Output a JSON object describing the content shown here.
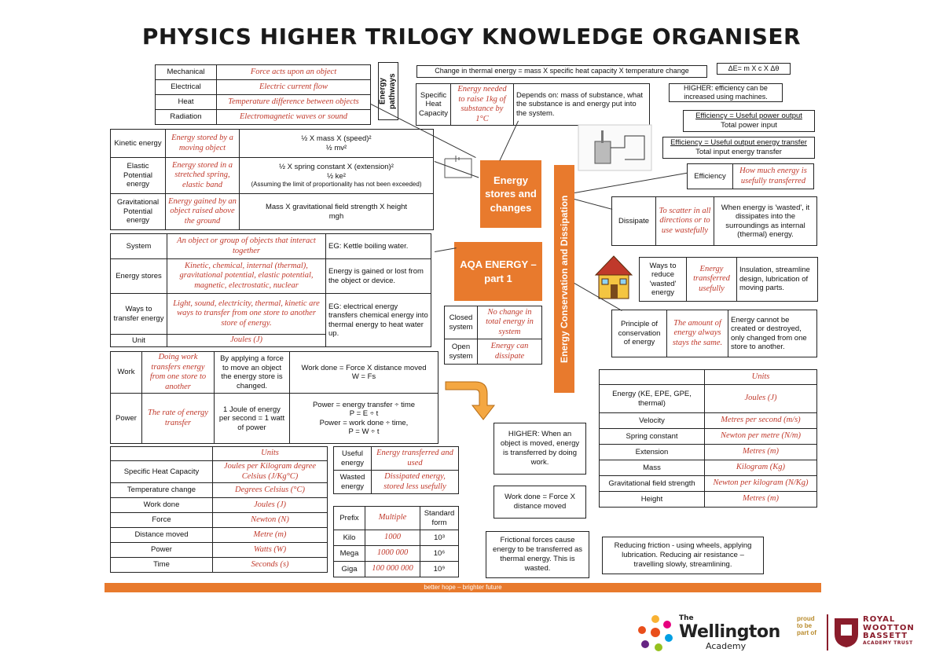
{
  "title": "PHYSICS HIGHER TRILOGY KNOWLEDGE ORGANISER",
  "pathways_label": "Energy pathways",
  "pathways": [
    {
      "name": "Mechanical",
      "desc": "Force acts upon an object"
    },
    {
      "name": "Electrical",
      "desc": "Electric current flow"
    },
    {
      "name": "Heat",
      "desc": "Temperature difference between objects"
    },
    {
      "name": "Radiation",
      "desc": "Electromagnetic waves or sound"
    }
  ],
  "stores_table": [
    {
      "name": "Kinetic energy",
      "desc": "Energy stored by a moving object",
      "eq1": "½ X mass X (speed)²",
      "eq2": "½ mv²",
      "eq3": ""
    },
    {
      "name": "Elastic Potential energy",
      "desc": "Energy stored in a stretched spring, elastic band",
      "eq1": "½ X spring constant X (extension)²",
      "eq2": "½ ke²",
      "eq3": "(Assuming the limit of proportionality has not been exceeded)"
    },
    {
      "name": "Gravitational Potential energy",
      "desc": "Energy gained by an object raised above the ground",
      "eq1": "Mass X gravitational field strength X height",
      "eq2": "mgh",
      "eq3": ""
    }
  ],
  "system_table": [
    {
      "name": "System",
      "desc": "An object or group of objects that interact together",
      "example": "EG: Kettle boiling water."
    },
    {
      "name": "Energy stores",
      "desc": "Kinetic, chemical, internal (thermal), gravitational potential, elastic potential, magnetic, electrostatic, nuclear",
      "example": "Energy is gained or lost from the object or device."
    },
    {
      "name": "Ways to transfer energy",
      "desc": "Light, sound, electricity, thermal, kinetic are ways to transfer from one store to another store of energy.",
      "example": "EG: electrical energy transfers chemical energy into thermal energy to heat water up."
    },
    {
      "name": "Unit",
      "desc": "Joules (J)",
      "example": ""
    }
  ],
  "work_table": [
    {
      "name": "Work",
      "desc": "Doing work transfers energy from one store to another",
      "def": "By applying a force to move an object the energy store is changed.",
      "eq": "Work done = Force X distance moved\nW = Fs"
    },
    {
      "name": "Power",
      "desc": "The rate of energy transfer",
      "def": "1 Joule of energy per second = 1 watt of power",
      "eq": "Power = energy transfer ÷ time\nP = E ÷ t\nPower = work done ÷ time,\nP = W ÷ t"
    }
  ],
  "units_left": {
    "header": "Units",
    "rows": [
      {
        "q": "Specific Heat Capacity",
        "u": "Joules per Kilogram degree Celsius (J/Kg°C)"
      },
      {
        "q": "Temperature change",
        "u": "Degrees Celsius (°C)"
      },
      {
        "q": "Work done",
        "u": "Joules (J)"
      },
      {
        "q": "Force",
        "u": "Newton (N)"
      },
      {
        "q": "Distance moved",
        "u": "Metre (m)"
      },
      {
        "q": "Power",
        "u": "Watts (W)"
      },
      {
        "q": "Time",
        "u": "Seconds (s)"
      }
    ]
  },
  "useful_table": [
    {
      "name": "Useful energy",
      "desc": "Energy transferred and used"
    },
    {
      "name": "Wasted energy",
      "desc": "Dissipated energy, stored less usefully"
    }
  ],
  "prefix_table": {
    "headers": [
      "Prefix",
      "Multiple",
      "Standard form"
    ],
    "rows": [
      {
        "p": "Kilo",
        "m": "1000",
        "s": "10³"
      },
      {
        "p": "Mega",
        "m": "1000 000",
        "s": "10⁶"
      },
      {
        "p": "Giga",
        "m": "100 000 000",
        "s": "10⁹"
      }
    ]
  },
  "thermal": {
    "equation": "Change in thermal energy = mass X specific heat capacity X temperature change",
    "short": "ΔE= m X c X Δθ",
    "shc_name": "Specific Heat Capacity",
    "shc_desc": "Energy needed to raise 1kg of substance by 1°C",
    "shc_note": "Depends on: mass of substance, what the substance is and energy put into the system."
  },
  "efficiency": {
    "higher": "HIGHER: efficiency can be increased using machines.",
    "eq1_num": "Efficiency = Useful power output",
    "eq1_den": "Total power input",
    "eq2_num": "Efficiency = Useful output energy transfer",
    "eq2_den": "Total input energy transfer",
    "name": "Efficiency",
    "desc": "How much energy is usefully transferred"
  },
  "dissipate": {
    "name": "Dissipate",
    "desc": "To scatter in all directions or to use wastefully",
    "note": "When energy is 'wasted', it dissipates into the surroundings as internal (thermal) energy."
  },
  "reduce": {
    "name": "Ways to reduce 'wasted' energy",
    "desc": "Energy transferred usefully",
    "note": "Insulation, streamline design, lubrication of moving parts."
  },
  "conservation": {
    "name": "Principle of conservation of energy",
    "desc": "The amount of energy always stays the same.",
    "note": "Energy cannot be created or destroyed, only changed from one store to another."
  },
  "closed_open": [
    {
      "name": "Closed system",
      "desc": "No change in total energy in system"
    },
    {
      "name": "Open system",
      "desc": "Energy can dissipate"
    }
  ],
  "central": {
    "stores": "Energy stores and changes",
    "aqa": "AQA ENERGY – part 1",
    "conservation_band": "Energy Conservation and Dissipation"
  },
  "units_right": {
    "header": "Units",
    "rows": [
      {
        "q": "Energy (KE, EPE, GPE, thermal)",
        "u": "Joules (J)"
      },
      {
        "q": "Velocity",
        "u": "Metres per second (m/s)"
      },
      {
        "q": "Spring constant",
        "u": "Newton per metre (N/m)"
      },
      {
        "q": "Extension",
        "u": "Metres (m)"
      },
      {
        "q": "Mass",
        "u": "Kilogram (Kg)"
      },
      {
        "q": "Gravitational field strength",
        "u": "Newton per kilogram (N/Kg)"
      },
      {
        "q": "Height",
        "u": "Metres (m)"
      }
    ]
  },
  "higher_work": "HIGHER: When an object is moved, energy is transferred by doing work.",
  "work_done_box": "Work done = Force X distance moved",
  "frictional": "Frictional forces cause energy to be transferred as thermal energy. This is wasted.",
  "reducing_friction": "Reducing friction - using wheels, applying lubrication. Reducing air resistance – travelling slowly, streamlining.",
  "footer": "better hope – brighter future",
  "logos": {
    "wellington_the": "The",
    "wellington": "Wellington",
    "academy": "Academy",
    "proud": "proud to be part of",
    "rwb1": "ROYAL",
    "rwb2": "WOOTTON",
    "rwb3": "BASSETT",
    "rwb4": "ACADEMY TRUST"
  },
  "colors": {
    "accent": "#e87a2d",
    "red_text": "#c0392b"
  }
}
